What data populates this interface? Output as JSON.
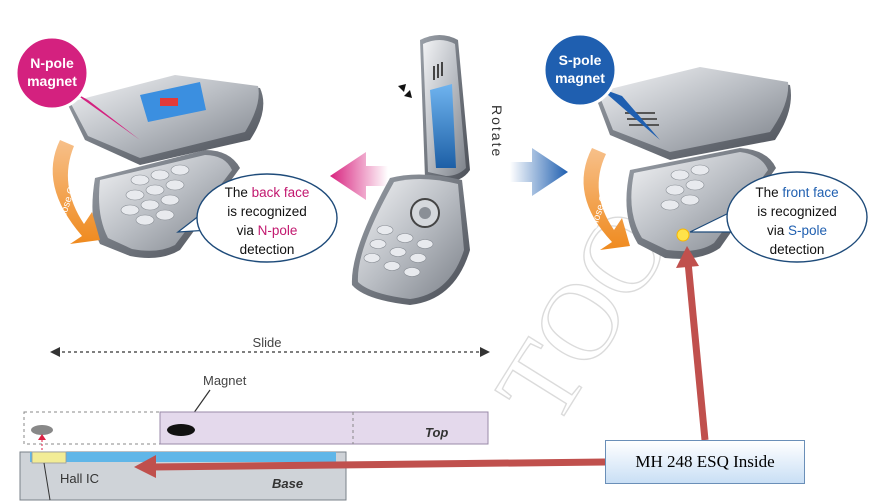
{
  "top": {
    "left_badge": {
      "line1": "N-pole",
      "line2": "magnet",
      "color": "#d4217f"
    },
    "right_badge": {
      "line1": "S-pole",
      "line2": "magnet",
      "color": "#1f5fb0"
    },
    "rotate_label": "Rotate",
    "close_open_left": "Close Open",
    "close_open_right": "Close Open",
    "left_callout": {
      "line1_pre": "The ",
      "line1_hl": "back face",
      "line2": "is recognized",
      "line3_pre": "via ",
      "line3_hl": "N-pole",
      "line4": "detection",
      "highlight_color": "#c2186f"
    },
    "right_callout": {
      "line1_pre": "The ",
      "line1_hl": "front face",
      "line2": "is recognized",
      "line3_pre": "via ",
      "line3_hl": "S-pole",
      "line4": "detection",
      "highlight_color": "#1f5fb0"
    }
  },
  "bottom": {
    "slide_label": "Slide",
    "magnet_label": "Magnet",
    "top_label": "Top",
    "base_label": "Base",
    "hall_label": "Hall IC"
  },
  "annotation": {
    "label": "MH 248 ESQ Inside",
    "arrow_color": "#c0504d"
  },
  "watermark": "TOO"
}
